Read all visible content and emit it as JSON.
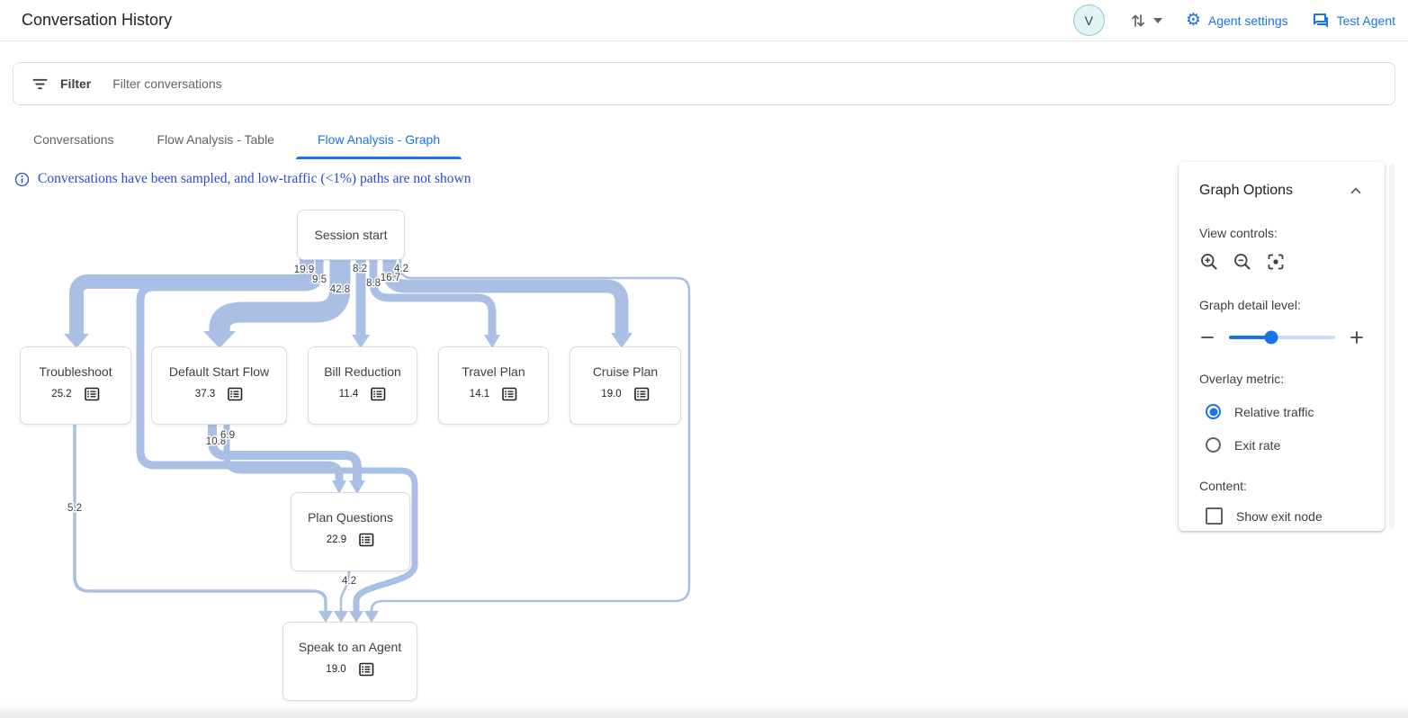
{
  "header": {
    "title": "Conversation History",
    "avatar_letter": "V",
    "agent_settings_label": "Agent settings",
    "test_agent_label": "Test Agent"
  },
  "filter_bar": {
    "label": "Filter",
    "placeholder": "Filter conversations"
  },
  "tabs": [
    {
      "label": "Conversations",
      "active": false
    },
    {
      "label": "Flow Analysis - Table",
      "active": false
    },
    {
      "label": "Flow Analysis - Graph",
      "active": true
    }
  ],
  "notice": {
    "text": "Conversations have been sampled, and low-traffic (<1%) paths are not shown"
  },
  "graph": {
    "nodes": [
      {
        "id": "session-start",
        "label": "Session start",
        "value": null
      },
      {
        "id": "troubleshoot",
        "label": "Troubleshoot",
        "value": "25.2"
      },
      {
        "id": "default-start-flow",
        "label": "Default Start Flow",
        "value": "37.3"
      },
      {
        "id": "bill-reduction",
        "label": "Bill Reduction",
        "value": "11.4"
      },
      {
        "id": "travel-plan",
        "label": "Travel Plan",
        "value": "14.1"
      },
      {
        "id": "cruise-plan",
        "label": "Cruise Plan",
        "value": "19.0"
      },
      {
        "id": "plan-questions",
        "label": "Plan Questions",
        "value": "22.9"
      },
      {
        "id": "speak-to-an-agent",
        "label": "Speak to an Agent",
        "value": "19.0"
      }
    ],
    "edges": [
      {
        "from": "Session start",
        "to": "Troubleshoot",
        "value": "19.9"
      },
      {
        "from": "Session start",
        "to": "Plan Questions",
        "value": "9.5"
      },
      {
        "from": "Session start",
        "to": "Default Start Flow",
        "value": "42.8"
      },
      {
        "from": "Session start",
        "to": "Bill Reduction",
        "value": "8.2"
      },
      {
        "from": "Session start",
        "to": "Travel Plan",
        "value": "8.8"
      },
      {
        "from": "Session start",
        "to": "Cruise Plan",
        "value": "16.7"
      },
      {
        "from": "Session start",
        "to": "Speak to an Agent",
        "value": "4.2"
      },
      {
        "from": "Default Start Flow",
        "to": "Plan Questions",
        "value": "10.8"
      },
      {
        "from": "Default Start Flow",
        "to": "Speak to an Agent",
        "value": "6.9"
      },
      {
        "from": "Troubleshoot",
        "to": "Speak to an Agent",
        "value": "5.2"
      },
      {
        "from": "Plan Questions",
        "to": "Speak to an Agent",
        "value": "4.2"
      }
    ]
  },
  "options_panel": {
    "title": "Graph Options",
    "view_controls_label": "View controls:",
    "detail_level_label": "Graph detail level:",
    "detail_slider_percent": 40,
    "overlay_metric_label": "Overlay metric:",
    "overlay_options": [
      {
        "label": "Relative traffic",
        "selected": true
      },
      {
        "label": "Exit rate",
        "selected": false
      }
    ],
    "content_label": "Content:",
    "show_exit_node_label": "Show exit node",
    "show_exit_node_checked": false
  },
  "colors": {
    "accent": "#1a73e8",
    "flow_band": "#a9bfe4",
    "notice_blue": "#2a49d6"
  }
}
